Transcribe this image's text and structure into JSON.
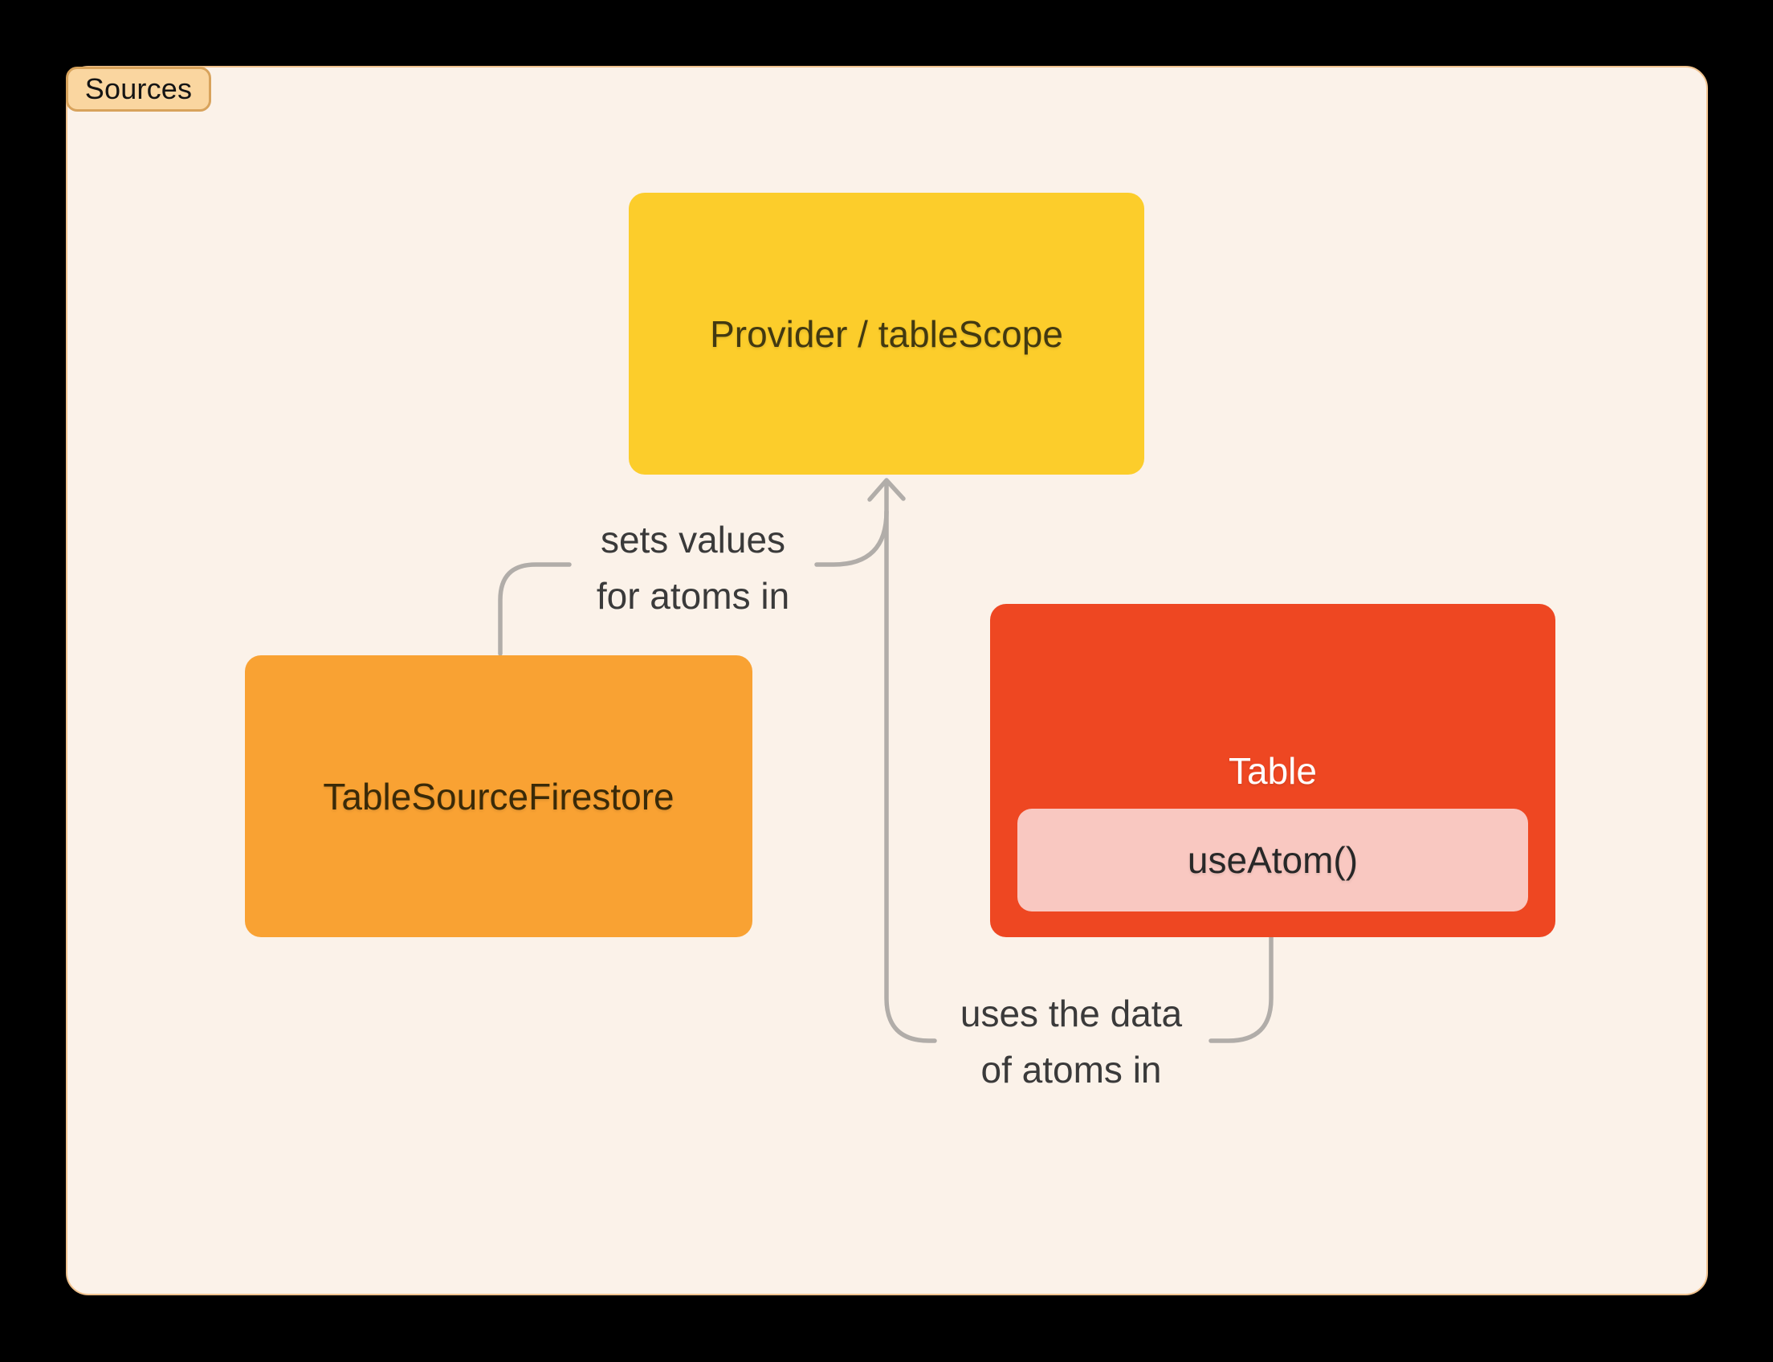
{
  "badge": {
    "label": "Sources"
  },
  "nodes": {
    "provider": {
      "label": "Provider / tableScope"
    },
    "table_source": {
      "label": "TableSourceFirestore"
    },
    "table": {
      "label": "Table",
      "hook": "useAtom()"
    }
  },
  "edges": {
    "sets_values": {
      "line1": "sets values",
      "line2": "for atoms in"
    },
    "uses_data": {
      "line1": "uses the data",
      "line2": "of atoms in"
    }
  },
  "colors": {
    "background": "#000000",
    "panel_bg": "#FBF2E9",
    "panel_border": "#F0C28E",
    "badge_bg": "#FAD6A0",
    "badge_border": "#D8A35C",
    "provider_bg": "#FCCD2B",
    "provider_text": "#423911",
    "table_source_bg": "#F9A233",
    "table_source_text": "#3A2A08",
    "table_bg": "#EE4722",
    "table_text": "#FFFFFF",
    "use_atom_bg": "#F9C8C1",
    "use_atom_text": "#282828",
    "connector": "#B1ADA9",
    "label_text": "#3A3A3A"
  }
}
